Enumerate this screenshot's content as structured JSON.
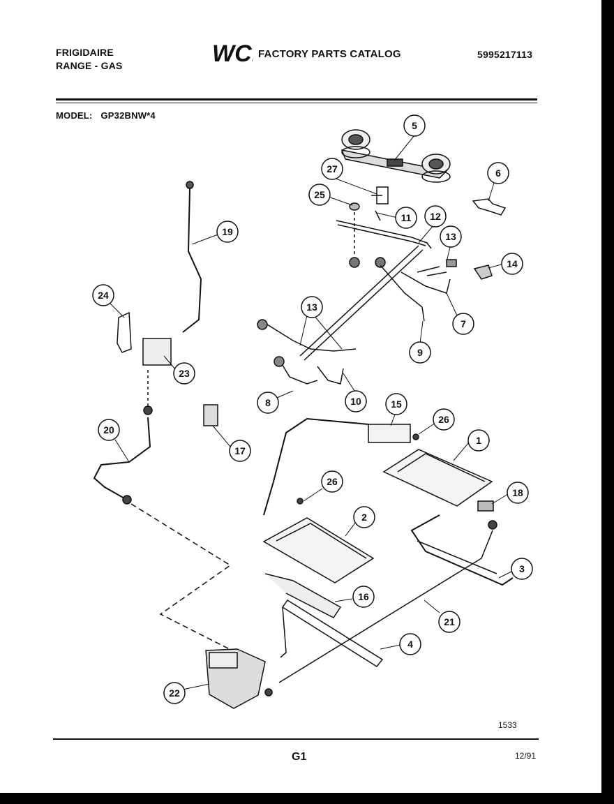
{
  "header": {
    "brand_line1": "FRIGIDAIRE",
    "brand_line2": "RANGE - GAS",
    "logo_text": "WCI",
    "catalog_title": "FACTORY PARTS CATALOG",
    "part_number": "5995217113"
  },
  "model": {
    "label": "MODEL:",
    "value": "GP32BNW*4"
  },
  "callouts": [
    "5",
    "27",
    "25",
    "11",
    "12",
    "13",
    "6",
    "14",
    "7",
    "9",
    "13",
    "8",
    "10",
    "19",
    "24",
    "23",
    "20",
    "17",
    "15",
    "26",
    "1",
    "18",
    "26",
    "2",
    "3",
    "16",
    "21",
    "4",
    "22"
  ],
  "footer": {
    "diagram_number": "1533",
    "page_number": "G1",
    "date": "12/91"
  }
}
